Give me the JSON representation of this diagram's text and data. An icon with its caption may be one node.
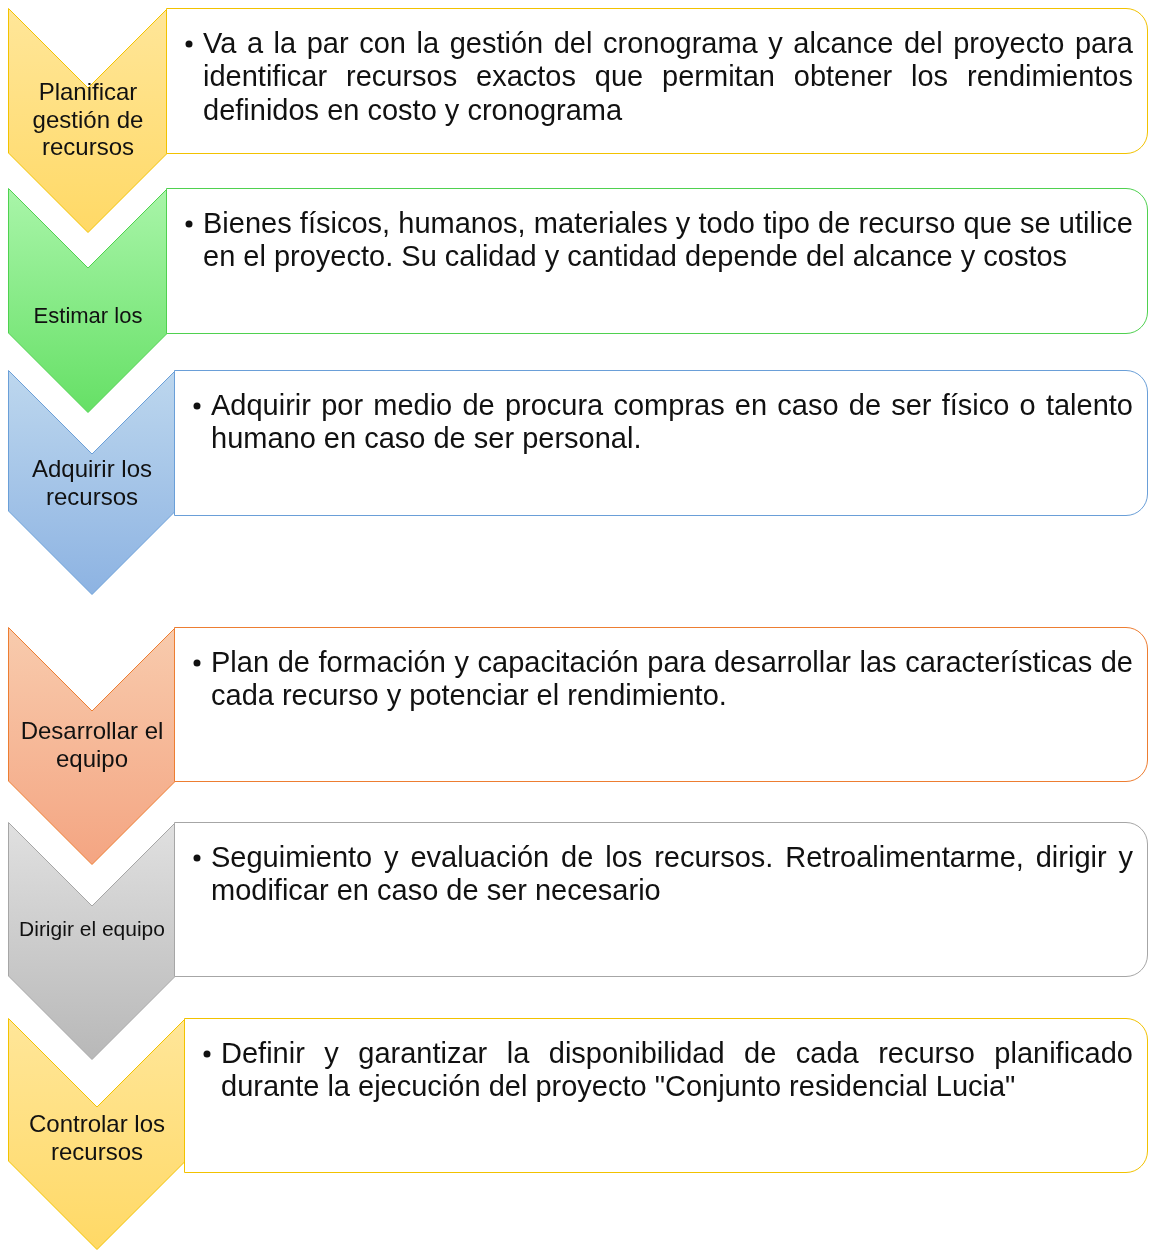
{
  "diagram": {
    "nodes": [
      {
        "text": [
          "Planificar gestión de recursos"
        ]
      },
      {
        "text": [
          "Va a la par con la gestión del cronograma y alcance del proyecto para identificar recursos exactos que permitan obtener los rendimientos definidos en costo y cronograma"
        ]
      },
      {
        "text": [
          "Estimar los"
        ]
      },
      {
        "text": [
          "Bienes físicos, humanos, materiales y todo tipo de recurso que se utilice en el proyecto. Su calidad y cantidad depende del alcance y costos"
        ]
      },
      {
        "text": [
          "Adquirir los recursos"
        ]
      },
      {
        "text": [
          "Adquirir por medio de procura compras en caso de ser físico o talento humano en caso de ser personal."
        ]
      },
      {
        "text": [
          "Desarrollar el equipo"
        ]
      },
      {
        "text": [
          "Plan de formación y capacitación para desarrollar las características de cada recurso y potenciar el rendimiento."
        ]
      },
      {
        "text": [
          "Dirigir el equipo"
        ]
      },
      {
        "text": [
          "Seguimiento y evaluación de los recursos. Retroalimentarme, dirigir y modificar en caso de ser necesario"
        ]
      },
      {
        "text": [
          "Controlar los recursos"
        ]
      },
      {
        "text": [
          "Definir y garantizar la disponibilidad de cada recurso planificado durante la ejecución del proyecto \"Conjunto residencial Lucia\""
        ]
      }
    ],
    "edges": []
  }
}
